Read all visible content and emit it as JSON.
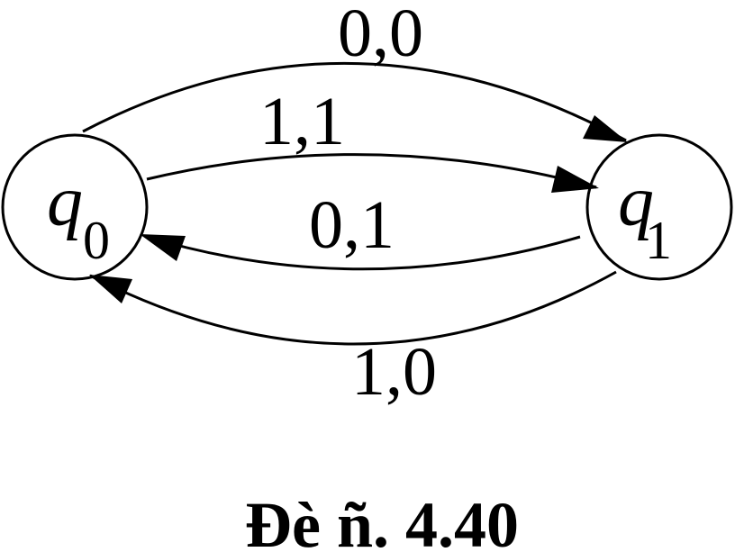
{
  "diagram": {
    "states": [
      {
        "name": "q",
        "subscript": "0"
      },
      {
        "name": "q",
        "subscript": "1"
      }
    ],
    "transitions": [
      {
        "from": "q0",
        "to": "q1",
        "label": "0,0"
      },
      {
        "from": "q0",
        "to": "q1",
        "label": "1,1"
      },
      {
        "from": "q1",
        "to": "q0",
        "label": "0,1"
      },
      {
        "from": "q1",
        "to": "q0",
        "label": "1,0"
      }
    ],
    "caption": "Đè ñ. 4.40"
  }
}
